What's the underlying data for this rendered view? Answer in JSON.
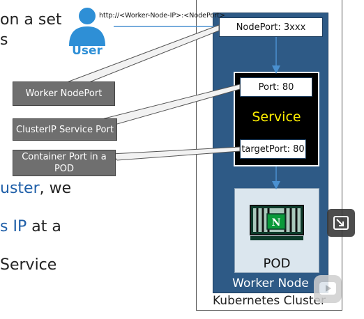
{
  "slide": {
    "line1": "on a set",
    "line2": "s",
    "line3_blue": "uster",
    "line3_rest": ", we",
    "line4_blue": "s IP",
    "line4_rest": " at a",
    "line5": "Service"
  },
  "diagram": {
    "user_label": "User",
    "url": "http://<Worker-Node-IP>:<NodePort>",
    "nodeport_box": "NodePort: 3xxx",
    "port_box": "Port: 80",
    "service_label": "Service",
    "targetport_box": "targetPort: 80",
    "pod_label": "POD",
    "worker_node_label": "Worker Node",
    "cluster_label": "Kubernetes Cluster",
    "callouts": {
      "worker_nodeport": "Worker NodePort",
      "clusterip_port": "ClusterIP Service Port",
      "container_port": "Container Port in a POD"
    },
    "pod_icon_letter": "N"
  },
  "colors": {
    "worker_node": "#2e5a86",
    "service_text": "#ffef00",
    "user_blue": "#2e8fd6",
    "callout_gray": "#6f6f6f"
  },
  "icons": {
    "user": "user-icon",
    "pod": "nginx-container-icon",
    "side": "resize-icon",
    "play": "play-icon"
  }
}
